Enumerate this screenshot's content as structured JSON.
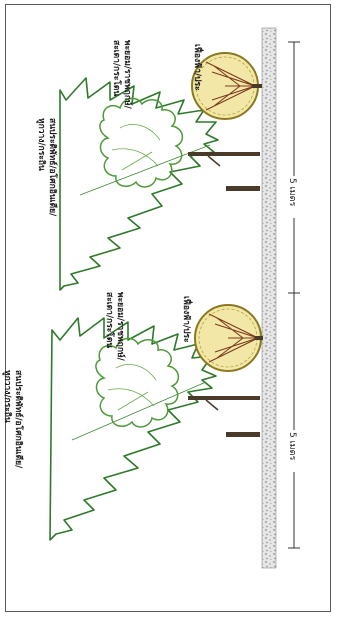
{
  "labels": {
    "conifer_line1": "สนประดิพัทธ์/อโศกอินเดีย/",
    "conifer_line2": "หูกวาง/กระถิน",
    "conifer_b_line1": "สนประดิพัทธ์/อโศกอินเดีย/",
    "conifer_b_line2": "หูกวาง/กระถิน",
    "broadleaf_line1": "พะยอม/ราชพฤกษ์/",
    "broadleaf_line2": "สะเดา/กระโดน",
    "broadleaf_b_line1": "พะยอม/ราชพฤกษ์/",
    "broadleaf_b_line2": "สะเดา/กระโดน",
    "shrub_top": "เฟื่องฟ้า/ประ",
    "shrub_bottom": "เฟื่องฟ้า/ประ",
    "dim_top": "5 เมตร",
    "dim_bottom": "5 เมตร"
  },
  "colors": {
    "conifer_outline": "#2f7a2a",
    "broadleaf_outline": "#4f9a3a",
    "shrub_fill": "#f3e7a8",
    "shrub_outline": "#8a7a1f",
    "shrub_branches": "#7a3b1e",
    "trunk": "#4a3a2a",
    "gravel": "#9b9b9b"
  }
}
